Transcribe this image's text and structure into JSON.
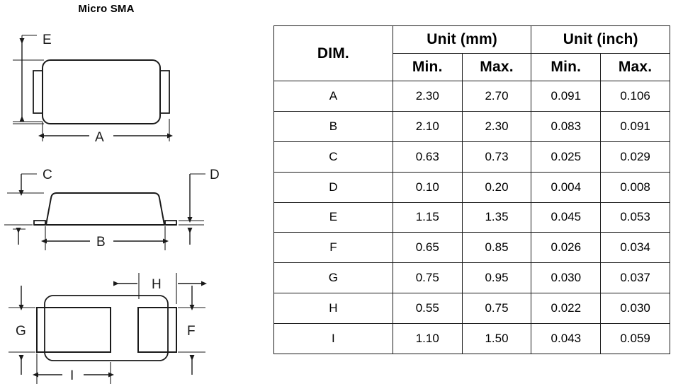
{
  "package": {
    "title": "Micro SMA"
  },
  "drawings": {
    "top_view": {
      "name": "top-view",
      "dimension_labels": [
        "E",
        "A"
      ]
    },
    "side_view": {
      "name": "side-view",
      "dimension_labels": [
        "C",
        "D",
        "B"
      ]
    },
    "bottom_view": {
      "name": "bottom-view",
      "dimension_labels": [
        "H",
        "G",
        "F",
        "I"
      ]
    }
  },
  "table": {
    "header": {
      "dim": "DIM.",
      "unit_mm": "Unit (mm)",
      "unit_inch": "Unit (inch)",
      "mm_min": "Min.",
      "mm_max": "Max.",
      "inch_min": "Min.",
      "inch_max": "Max."
    },
    "rows": [
      {
        "dim": "A",
        "mm_min": "2.30",
        "mm_max": "2.70",
        "in_min": "0.091",
        "in_max": "0.106"
      },
      {
        "dim": "B",
        "mm_min": "2.10",
        "mm_max": "2.30",
        "in_min": "0.083",
        "in_max": "0.091"
      },
      {
        "dim": "C",
        "mm_min": "0.63",
        "mm_max": "0.73",
        "in_min": "0.025",
        "in_max": "0.029"
      },
      {
        "dim": "D",
        "mm_min": "0.10",
        "mm_max": "0.20",
        "in_min": "0.004",
        "in_max": "0.008"
      },
      {
        "dim": "E",
        "mm_min": "1.15",
        "mm_max": "1.35",
        "in_min": "0.045",
        "in_max": "0.053"
      },
      {
        "dim": "F",
        "mm_min": "0.65",
        "mm_max": "0.85",
        "in_min": "0.026",
        "in_max": "0.034"
      },
      {
        "dim": "G",
        "mm_min": "0.75",
        "mm_max": "0.95",
        "in_min": "0.030",
        "in_max": "0.037"
      },
      {
        "dim": "H",
        "mm_min": "0.55",
        "mm_max": "0.75",
        "in_min": "0.022",
        "in_max": "0.030"
      },
      {
        "dim": "I",
        "mm_min": "1.10",
        "mm_max": "1.50",
        "in_min": "0.043",
        "in_max": "0.059"
      }
    ]
  },
  "colors": {
    "line": "#1a1a1a",
    "background": "#ffffff"
  }
}
